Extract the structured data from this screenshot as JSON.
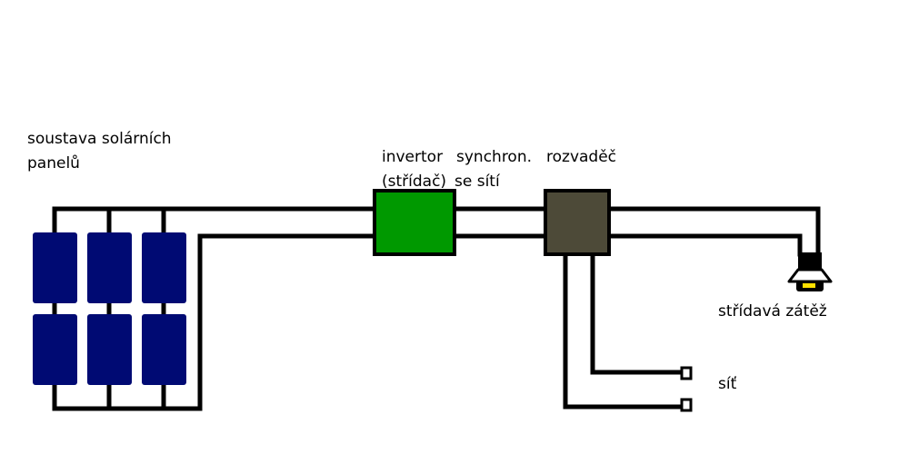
{
  "labels": {
    "panels_line1": "soustava solárních",
    "panels_line2": "panelů",
    "inverter_line1": "invertor",
    "inverter_line2": "(střídač)",
    "synchron_line1": "synchron.",
    "synchron_line2": "se sítí",
    "distribution": "rozvaděč",
    "ac_load": "střídavá zátěž",
    "grid": "síť"
  },
  "colors": {
    "wire": "#000000",
    "solar_panel": "#000a73",
    "inverter": "#009900",
    "distribution_box": "#4d4a38",
    "lamp_glow": "#ffe000"
  },
  "icons": {
    "load": "light-bulb-icon",
    "grid": "socket-terminal-icon"
  }
}
